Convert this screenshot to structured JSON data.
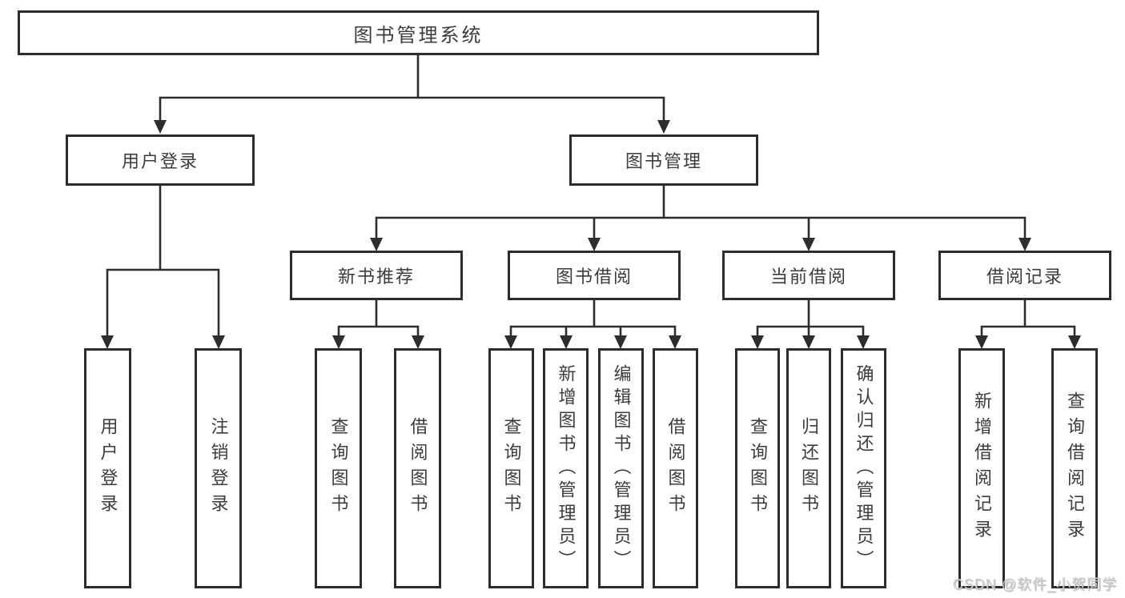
{
  "diagram": {
    "root": {
      "label": "图书管理系统",
      "children": [
        {
          "label": "用户登录",
          "children": [
            {
              "label": "用户登录"
            },
            {
              "label": "注销登录"
            }
          ]
        },
        {
          "label": "图书管理",
          "children": [
            {
              "label": "新书推荐",
              "children": [
                {
                  "label": "查询图书"
                },
                {
                  "label": "借阅图书"
                }
              ]
            },
            {
              "label": "图书借阅",
              "children": [
                {
                  "label": "查询图书"
                },
                {
                  "label": "新增图书（管理员）"
                },
                {
                  "label": "编辑图书（管理员）"
                },
                {
                  "label": "借阅图书"
                }
              ]
            },
            {
              "label": "当前借阅",
              "children": [
                {
                  "label": "查询图书"
                },
                {
                  "label": "归还图书"
                },
                {
                  "label": "确认归还（管理员）"
                }
              ]
            },
            {
              "label": "借阅记录",
              "children": [
                {
                  "label": "新增借阅记录"
                },
                {
                  "label": "查询借阅记录"
                }
              ]
            }
          ]
        }
      ]
    }
  },
  "watermark": {
    "text": "CSDN @软件_小贺同学"
  },
  "colors": {
    "line": "#2d2d2d",
    "text": "#3c3c3c",
    "watermark": "#d2d2d2",
    "bg": "#ffffff"
  }
}
